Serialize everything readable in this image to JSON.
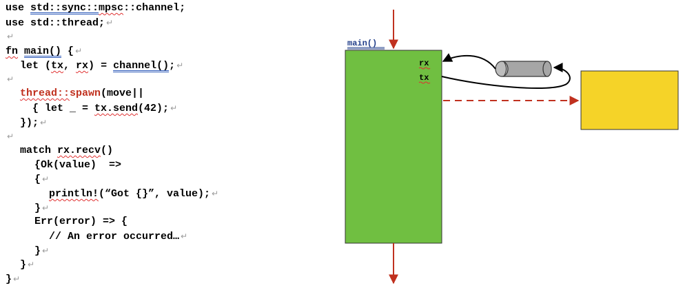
{
  "code": {
    "pilcrow": "↵",
    "lines": [
      {
        "indent": 0,
        "pilcrow": false,
        "segments": [
          {
            "text": "use ",
            "style": ""
          },
          {
            "text": "std::sync::",
            "style": "gram"
          },
          {
            "text": "mpsc",
            "style": "spell"
          },
          {
            "text": "::channel;",
            "style": ""
          }
        ]
      },
      {
        "indent": 0,
        "pilcrow": true,
        "segments": [
          {
            "text": "use std::thread;",
            "style": ""
          }
        ]
      },
      {
        "indent": 0,
        "pilcrow": true,
        "segments": []
      },
      {
        "indent": 0,
        "pilcrow": true,
        "segments": [
          {
            "text": "fn",
            "style": "spell"
          },
          {
            "text": " ",
            "style": ""
          },
          {
            "text": "main()",
            "style": "gram"
          },
          {
            "text": " {",
            "style": ""
          }
        ]
      },
      {
        "indent": 1,
        "pilcrow": true,
        "segments": [
          {
            "text": "let (",
            "style": ""
          },
          {
            "text": "tx",
            "style": "spell"
          },
          {
            "text": ", ",
            "style": ""
          },
          {
            "text": "rx",
            "style": "spell"
          },
          {
            "text": ") = ",
            "style": ""
          },
          {
            "text": "channel()",
            "style": "gram"
          },
          {
            "text": ";",
            "style": ""
          }
        ]
      },
      {
        "indent": 0,
        "pilcrow": true,
        "segments": []
      },
      {
        "indent": 1,
        "pilcrow": false,
        "segments": [
          {
            "text": "thread::",
            "style": "redbold"
          },
          {
            "text": "spawn",
            "style": "red"
          },
          {
            "text": "(move||",
            "style": ""
          }
        ]
      },
      {
        "indent": 1,
        "pilcrow": true,
        "segments": [
          {
            "text": "  { let _ = ",
            "style": ""
          },
          {
            "text": "tx.send",
            "style": "spell"
          },
          {
            "text": "(42);",
            "style": ""
          }
        ]
      },
      {
        "indent": 1,
        "pilcrow": true,
        "segments": [
          {
            "text": "});",
            "style": ""
          }
        ]
      },
      {
        "indent": 0,
        "pilcrow": true,
        "segments": []
      },
      {
        "indent": 1,
        "pilcrow": false,
        "segments": [
          {
            "text": "match ",
            "style": ""
          },
          {
            "text": "rx.recv",
            "style": "spell"
          },
          {
            "text": "()",
            "style": ""
          }
        ]
      },
      {
        "indent": 2,
        "pilcrow": false,
        "segments": [
          {
            "text": "{Ok(value)  =>",
            "style": ""
          }
        ]
      },
      {
        "indent": 2,
        "pilcrow": true,
        "segments": [
          {
            "text": "{",
            "style": ""
          }
        ]
      },
      {
        "indent": 3,
        "pilcrow": true,
        "segments": [
          {
            "text": "println!",
            "style": "spell"
          },
          {
            "text": "(“Got {}”, value);",
            "style": ""
          }
        ]
      },
      {
        "indent": 2,
        "pilcrow": true,
        "segments": [
          {
            "text": "}",
            "style": ""
          }
        ]
      },
      {
        "indent": 2,
        "pilcrow": false,
        "segments": [
          {
            "text": "Err(error) => {",
            "style": ""
          }
        ]
      },
      {
        "indent": 3,
        "pilcrow": true,
        "segments": [
          {
            "text": "// An error occurred…",
            "style": ""
          }
        ]
      },
      {
        "indent": 2,
        "pilcrow": true,
        "segments": [
          {
            "text": "}",
            "style": ""
          }
        ]
      },
      {
        "indent": 1,
        "pilcrow": true,
        "segments": [
          {
            "text": "}",
            "style": ""
          }
        ]
      },
      {
        "indent": 0,
        "pilcrow": true,
        "segments": [
          {
            "text": "}",
            "style": ""
          }
        ]
      }
    ]
  },
  "diagram": {
    "main_label": "main()",
    "rx_label": "rx",
    "tx_label": "tx",
    "colors": {
      "main_box": "#70bf41",
      "spawned_box": "#f5d328",
      "arrow_red": "#c0311f",
      "channel_pipe": "#a6a6a6",
      "label_blue": "#1f3c88",
      "box_border": "#333333"
    }
  }
}
